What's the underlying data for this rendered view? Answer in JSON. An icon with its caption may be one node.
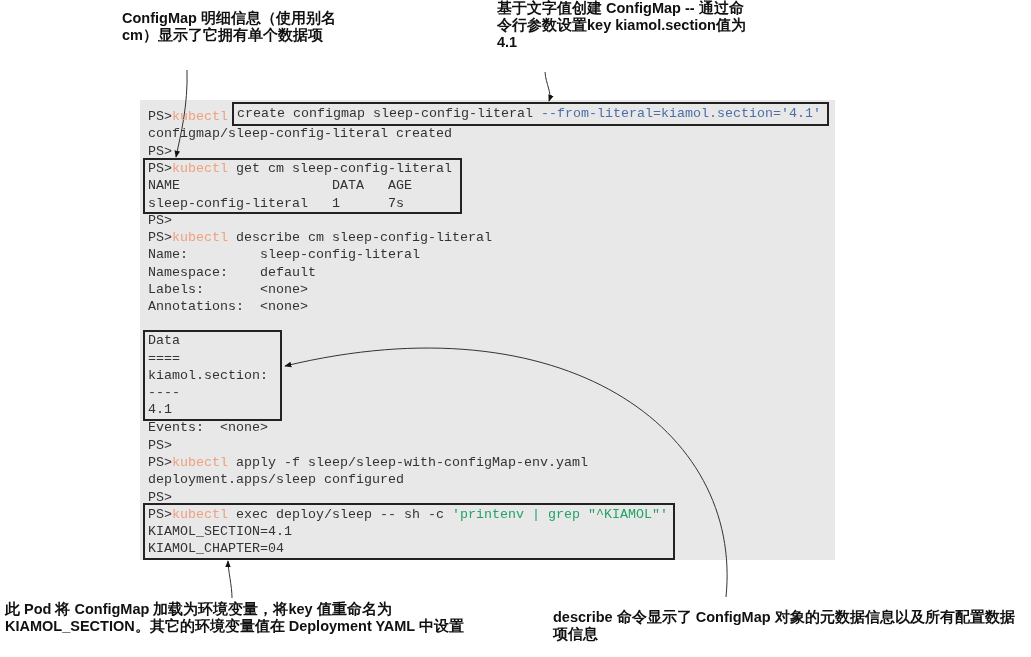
{
  "diagram": {
    "nodes": [
      {
        "text": [
          "ConfigMap 明细信息（使用别名cm）显示了它拥有单个数据项"
        ]
      },
      {
        "text": [
          "基于文字值创建 ConfigMap -- 通过命令行参数设置key kiamol.section值为 4.1"
        ]
      },
      {
        "text": [
          "PS>kubectl",
          "configmap/sleep-config-literal created",
          "PS>",
          "PS>",
          "PS>kubectl describe cm sleep-config-literal",
          "Name:         sleep-config-literal",
          "Namespace:    default",
          "Labels:       <none>",
          "Annotations:  <none>",
          "Events:  <none>",
          "PS>",
          "PS>kubectl apply -f sleep/sleep-with-configMap-env.yaml",
          "deployment.apps/sleep configured",
          "PS>"
        ]
      },
      {
        "text": [
          "create configmap sleep-config-literal --from-literal=kiamol.section='4.1'"
        ],
        "in": 2
      },
      {
        "text": [
          "PS>kubectl get cm sleep-config-literal",
          "NAME                   DATA   AGE",
          "sleep-config-literal   1      7s"
        ],
        "in": 2
      },
      {
        "text": [
          "Data",
          "====",
          "kiamol.section:",
          "----",
          "4.1"
        ],
        "in": 2
      },
      {
        "text": [
          "PS>kubectl exec deploy/sleep -- sh -c 'printenv | grep \"^KIAMOL\"'",
          "KIAMOL_SECTION=4.1",
          "KIAMOL_CHAPTER=04"
        ],
        "in": 2
      },
      {
        "text": [
          "此 Pod 将 ConfigMap 加载为环境变量，将key 值重命名为KIAMOL_SECTION。其它的环境变量值在 Deployment YAML 中设置"
        ]
      },
      {
        "text": [
          "describe 命令显示了 ConfigMap 对象的元数据信息以及所有配置数据项信息"
        ]
      }
    ],
    "edges": [
      {
        "from": 0,
        "to": 4,
        "arrow": "to"
      },
      {
        "from": 1,
        "to": 3,
        "arrow": "to"
      },
      {
        "from": 7,
        "to": 6,
        "arrow": "to"
      },
      {
        "from": 8,
        "to": 5,
        "arrow": "to"
      }
    ]
  }
}
